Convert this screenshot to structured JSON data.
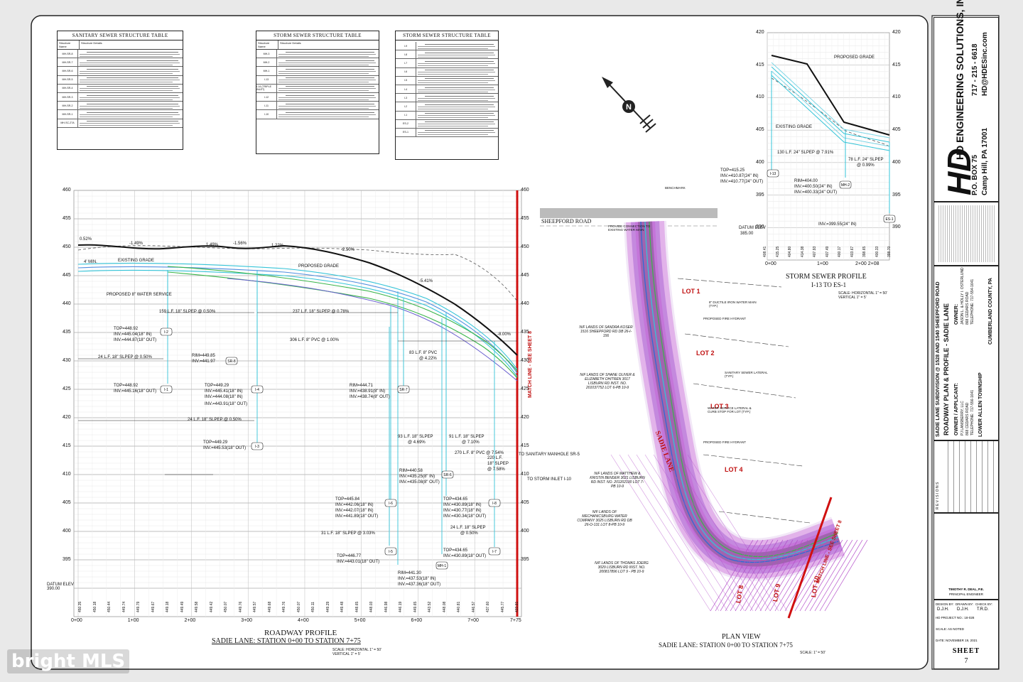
{
  "sanitary_table": {
    "title": "SANITARY SEWER STRUCTURE TABLE",
    "col_name": "Structure Name",
    "col_details": "Structure Details",
    "rows": [
      "MH-SR-8",
      "MH-SR-7",
      "MH-SR-6",
      "MH-SR-5",
      "MH-SR-4",
      "MH-SR-3",
      "MH-SR-2",
      "MH-SR-1",
      "MH-SC-27A"
    ]
  },
  "storm_table_1": {
    "title": "STORM SEWER STRUCTURE TABLE",
    "col_name": "Structure Name",
    "col_details": "Structure Details",
    "rows": [
      "MH-3",
      "MH-2",
      "MH-1",
      "I-13",
      "I-14 (TRIPLE INLET)",
      "I-12",
      "I-11",
      "I-10"
    ]
  },
  "storm_table_2": {
    "title": "STORM SEWER STRUCTURE TABLE",
    "rows": [
      "I-9",
      "I-8",
      "I-7",
      "I-6",
      "I-5",
      "I-4",
      "I-3",
      "I-2",
      "I-1",
      "ES-2",
      "ES-1"
    ]
  },
  "roadway_profile": {
    "title": "ROADWAY PROFILE",
    "subtitle": "SADIE LANE: STATION 0+00 TO STATION 7+75",
    "scale_label": "SCALE: HORIZONTAL",
    "scale_h": "1\" = 50'",
    "scale_v_label": "VERTICAL",
    "scale_v": "1\" = 5'",
    "datum": "DATUM ELEV",
    "datum_val": "390.00",
    "elev_ticks": [
      "460",
      "455",
      "450",
      "445",
      "440",
      "435",
      "430",
      "425",
      "420",
      "415",
      "410",
      "405",
      "400",
      "395"
    ],
    "stations": [
      "0+00",
      "1+00",
      "2+00",
      "3+00",
      "4+00",
      "5+00",
      "6+00",
      "7+00",
      "7+75"
    ],
    "match_line": "MATCH LINE - SEE SHEET 8",
    "labels": {
      "existing": "EXISTING GRADE",
      "proposed": "PROPOSED GRADE",
      "water": "PROPOSED 8\" WATER SERVICE",
      "min": "4' MIN.",
      "g1": "0.52%",
      "g2": "-1.49%",
      "g3": "1.49%",
      "g4": "-1.56%",
      "g5": "1.22%",
      "g6": "-2.50%",
      "g7": "-5.41%",
      "g8": "-8.00%",
      "p1": "159 L.F. 18\" SLPEP @ 0.50%",
      "p2": "237 L.F. 18\" SLPEP @ 0.78%",
      "p3": "306 L.F. 8\" PVC @ 1.00%",
      "p4": "83 L.F. 8\" PVC",
      "p4b": "@ 4.22%",
      "p5": "24 L.F. 18\" SLPEP @ 0.50%",
      "p6": "24 L.F. 18\" SLPEP @ 0.50%",
      "p7": "93 L.F. 18\" SLPEP",
      "p7b": "@ 4.69%",
      "p8": "91 L.F. 18\" SLPEP",
      "p8b": "@ 7.10%",
      "p9": "270 L.F. 8\" PVC @ 7.54%",
      "p10": "220 L.F.",
      "p10b": "18\" SLPEP",
      "p10c": "@ 7.58%",
      "p11": "31 L.F. 18\" SLPEP @ 3.03%",
      "p12": "24 L.F. 18\" SLPEP",
      "p12b": "@ 0.50%",
      "ts1": "TO SANITARY MANHOLE SR-5",
      "ts2": "TO STORM INLET I-10"
    },
    "structures": [
      {
        "id": "I-2",
        "a": "TOP=448.92",
        "b": "INV.=445.04(18\" IN)",
        "c": "INV.=444.87(18\" OUT)"
      },
      {
        "id": "I-1",
        "a": "TOP=448.92",
        "b": "INV.=445.16(18\" OUT)",
        "c": ""
      },
      {
        "id": "SR-8",
        "a": "RIM=449.85",
        "b": "INV.=441.97",
        "c": ""
      },
      {
        "id": "I-4",
        "a": "TOP=449.29",
        "b": "INV.=445.41(18\" IN)",
        "c": "INV.=444.08(18\" IN)"
      },
      {
        "id": "I-4d",
        "a": "INV.=443.91(18\" OUT)",
        "b": "",
        "c": ""
      },
      {
        "id": "I-3",
        "a": "TOP=449.29",
        "b": "INV.=445.53(18\" OUT)",
        "c": ""
      },
      {
        "id": "SR-7",
        "a": "RIM=444.71",
        "b": "INV.=438.91(8\" IN)",
        "c": "INV.=438.74(8\" OUT)"
      },
      {
        "id": "SR-6",
        "a": "RIM=440.58",
        "b": "INV.=435.25(8\" IN)",
        "c": "INV.=435.08(8\" OUT)"
      },
      {
        "id": "I-6",
        "a": "TOP=445.84",
        "b": "INV.=442.06(18\" IN)",
        "c": "INV.=442.07(18\" IN)"
      },
      {
        "id": "I-6d",
        "a": "INV.=441.89(18\" OUT)",
        "b": "",
        "c": ""
      },
      {
        "id": "I-8",
        "a": "TOP=434.65",
        "b": "INV.=430.89(18\" IN)",
        "c": "INV.=430.77(18\" IN)"
      },
      {
        "id": "I-8d",
        "a": "INV.=430.34(18\" OUT)",
        "b": "",
        "c": ""
      },
      {
        "id": "I-5",
        "a": "TOP=446.77",
        "b": "INV.=443.01(18\" OUT)",
        "c": ""
      },
      {
        "id": "I-7",
        "a": "TOP=434.65",
        "b": "INV.=430.89(18\" OUT)",
        "c": ""
      },
      {
        "id": "MH-1",
        "a": "RIM=441.30",
        "b": "INV.=437.53(18\" IN)",
        "c": "INV.=437.36(18\" OUT)"
      }
    ],
    "bottom_values": [
      "450.35",
      "450.18",
      "450.44",
      "449.74",
      "449.79",
      "449.67",
      "449.18",
      "449.49",
      "449.58",
      "449.42",
      "450.07",
      "449.76",
      "449.57",
      "449.68",
      "449.76",
      "450.07",
      "450.11",
      "449.29",
      "449.48",
      "448.65",
      "448.03",
      "446.98",
      "446.19",
      "449.65",
      "443.52",
      "448.08",
      "440.81",
      "446.57",
      "437.60",
      "445.77",
      "433.81"
    ]
  },
  "plan_view": {
    "title": "PLAN VIEW",
    "subtitle": "SADIE LANE: STATION 0+00 TO STATION 7+75",
    "scale": "SCALE: 1\" = 50'",
    "road": "SHEEPFORD ROAD",
    "street": "SADIE LANE",
    "lots": [
      "LOT 1",
      "LOT 2",
      "LOT 3",
      "LOT 4",
      "LOT 8",
      "LOT 9",
      "LOT 10"
    ],
    "match_line": "MATCH LINE - SEE SHEET 8",
    "notes": [
      "N/F LANDS OF SANDRA KOSER 1516 SHEEPFORD RD DB 26-I-156",
      "N/F LANDS OF SHANE OLIVER & ELIZABETH OHITREN 3017 LISBURN RD INST. NO. 201037752 LOT 6-PB 10-9",
      "N/F LANDS OF MATTHEW & KRISTIN BENDER 3021 LISBURN RD INST. NO. 201202100 LOT 7-PB 10-9",
      "N/F LANDS OF MECHANICSBURG WATER COMPANY 3025 LISBURN RD DB 26-O-131 LOT 8-PB 10-9",
      "N/F LANDS OF THOMAS JOERG 3029 LISBURN RD INST. NO. 200817896 LOT 9 - PB 10-9"
    ],
    "tags": [
      "BENCHMARK",
      "PROVIDE CONNECTION TO EXISTING WATER MAIN",
      "8\" DUCTILE IRON WATER MAIN (TYP.)",
      "PROPOSED FIRE HYDRANT",
      "SANITARY SEWER LATERAL (TYP.)",
      "WATER SERVICE LATERAL & CURB STOP FOR LOT (TYP.)",
      "PROPOSED FIRE HYDRANT"
    ]
  },
  "storm_profile": {
    "title": "STORM SEWER PROFILE",
    "subtitle": "I-13 TO ES-1",
    "scale_h": "SCALE: HORIZONTAL   1\" = 50'",
    "scale_v": "VERTICAL   1\" = 5'",
    "ticks": [
      "420",
      "415",
      "410",
      "405",
      "400",
      "395",
      "390"
    ],
    "stations": [
      "0+00",
      "1+00",
      "2+00 2+08"
    ],
    "proposed": "PROPOSED GRADE",
    "existing": "EXISTING GRADE",
    "pipe1": "130 L.F. 24\" SLPEP @ 7.91%",
    "pipe2": "78 L.F. 24\" SLPEP",
    "pipe2b": "@ 0.99%",
    "i13a": "TOP=415.25",
    "i13b": "INV.=410.87(24\" IN)",
    "i13c": "INV.=410.77(24\" OUT)",
    "mh2a": "RIM=404.00",
    "mh2b": "INV.=400.50(24\" IN)",
    "mh2c": "INV.=400.33(24\" OUT)",
    "es1": "INV.=399.55(24\" IN)",
    "datum": "DATUM ELEV",
    "datum_val": "385.00",
    "bottom": [
      "408.41",
      "415.25",
      "404.80",
      "414.38",
      "407.93",
      "407.49",
      "400.17",
      "403.67",
      "398.65",
      "400.33",
      "398.70"
    ]
  },
  "title_block": {
    "firm": "HD ENGINEERING SOLUTIONS, INC.",
    "firm_short": "HD",
    "address1": "P.O. BOX 75",
    "address2": "Camp Hill, PA  17001",
    "phone": "717 - 215 - 6618",
    "email": "HD@HDESinc.com",
    "project1": "SADIE LANE SUBDIVISION @ 1528 AND 1540 SHEEPFORD ROAD",
    "project2": "ROADWAY PLAN & PROFILE - SADIE LANE",
    "owner_head": "OWNER:",
    "owner1": "JASON L. & HOLLY I. OSTERLUND",
    "owner2": "868 CEDARS ROAD",
    "owner3": "TELEPHONE: 717-554-1641",
    "applicant_head": "OWNER / APPLICANT:",
    "app1": "PJ LANSBERRY, LLC",
    "app2": "868 CEDARS ROAD",
    "app3": "TELEPHONE: 717-556-1641",
    "township": "LOWER ALLEN TOWNSHIP",
    "county": "CUMBERLAND COUNTY, PA",
    "engineer": "TIMOTHY R. DEAL, P.E.",
    "engineer_role": "PRINCIPAL ENGINEER",
    "design_by": "DESIGN BY:",
    "drawn_by": "DRAWN BY:",
    "check_by": "CHECK BY:",
    "d1": "D.J.H.",
    "d2": "D.J.H.",
    "d3": "T.R.D.",
    "project_no": "HD PROJECT NO.: 18-028",
    "scale": "SCALE: AS NOTED",
    "date": "DATE: NOVEMBER 19, 2021",
    "sheet": "SHEET",
    "sheet_no": "7",
    "revisions": "R E V I S I O N S"
  },
  "watermark": "bright MLS"
}
